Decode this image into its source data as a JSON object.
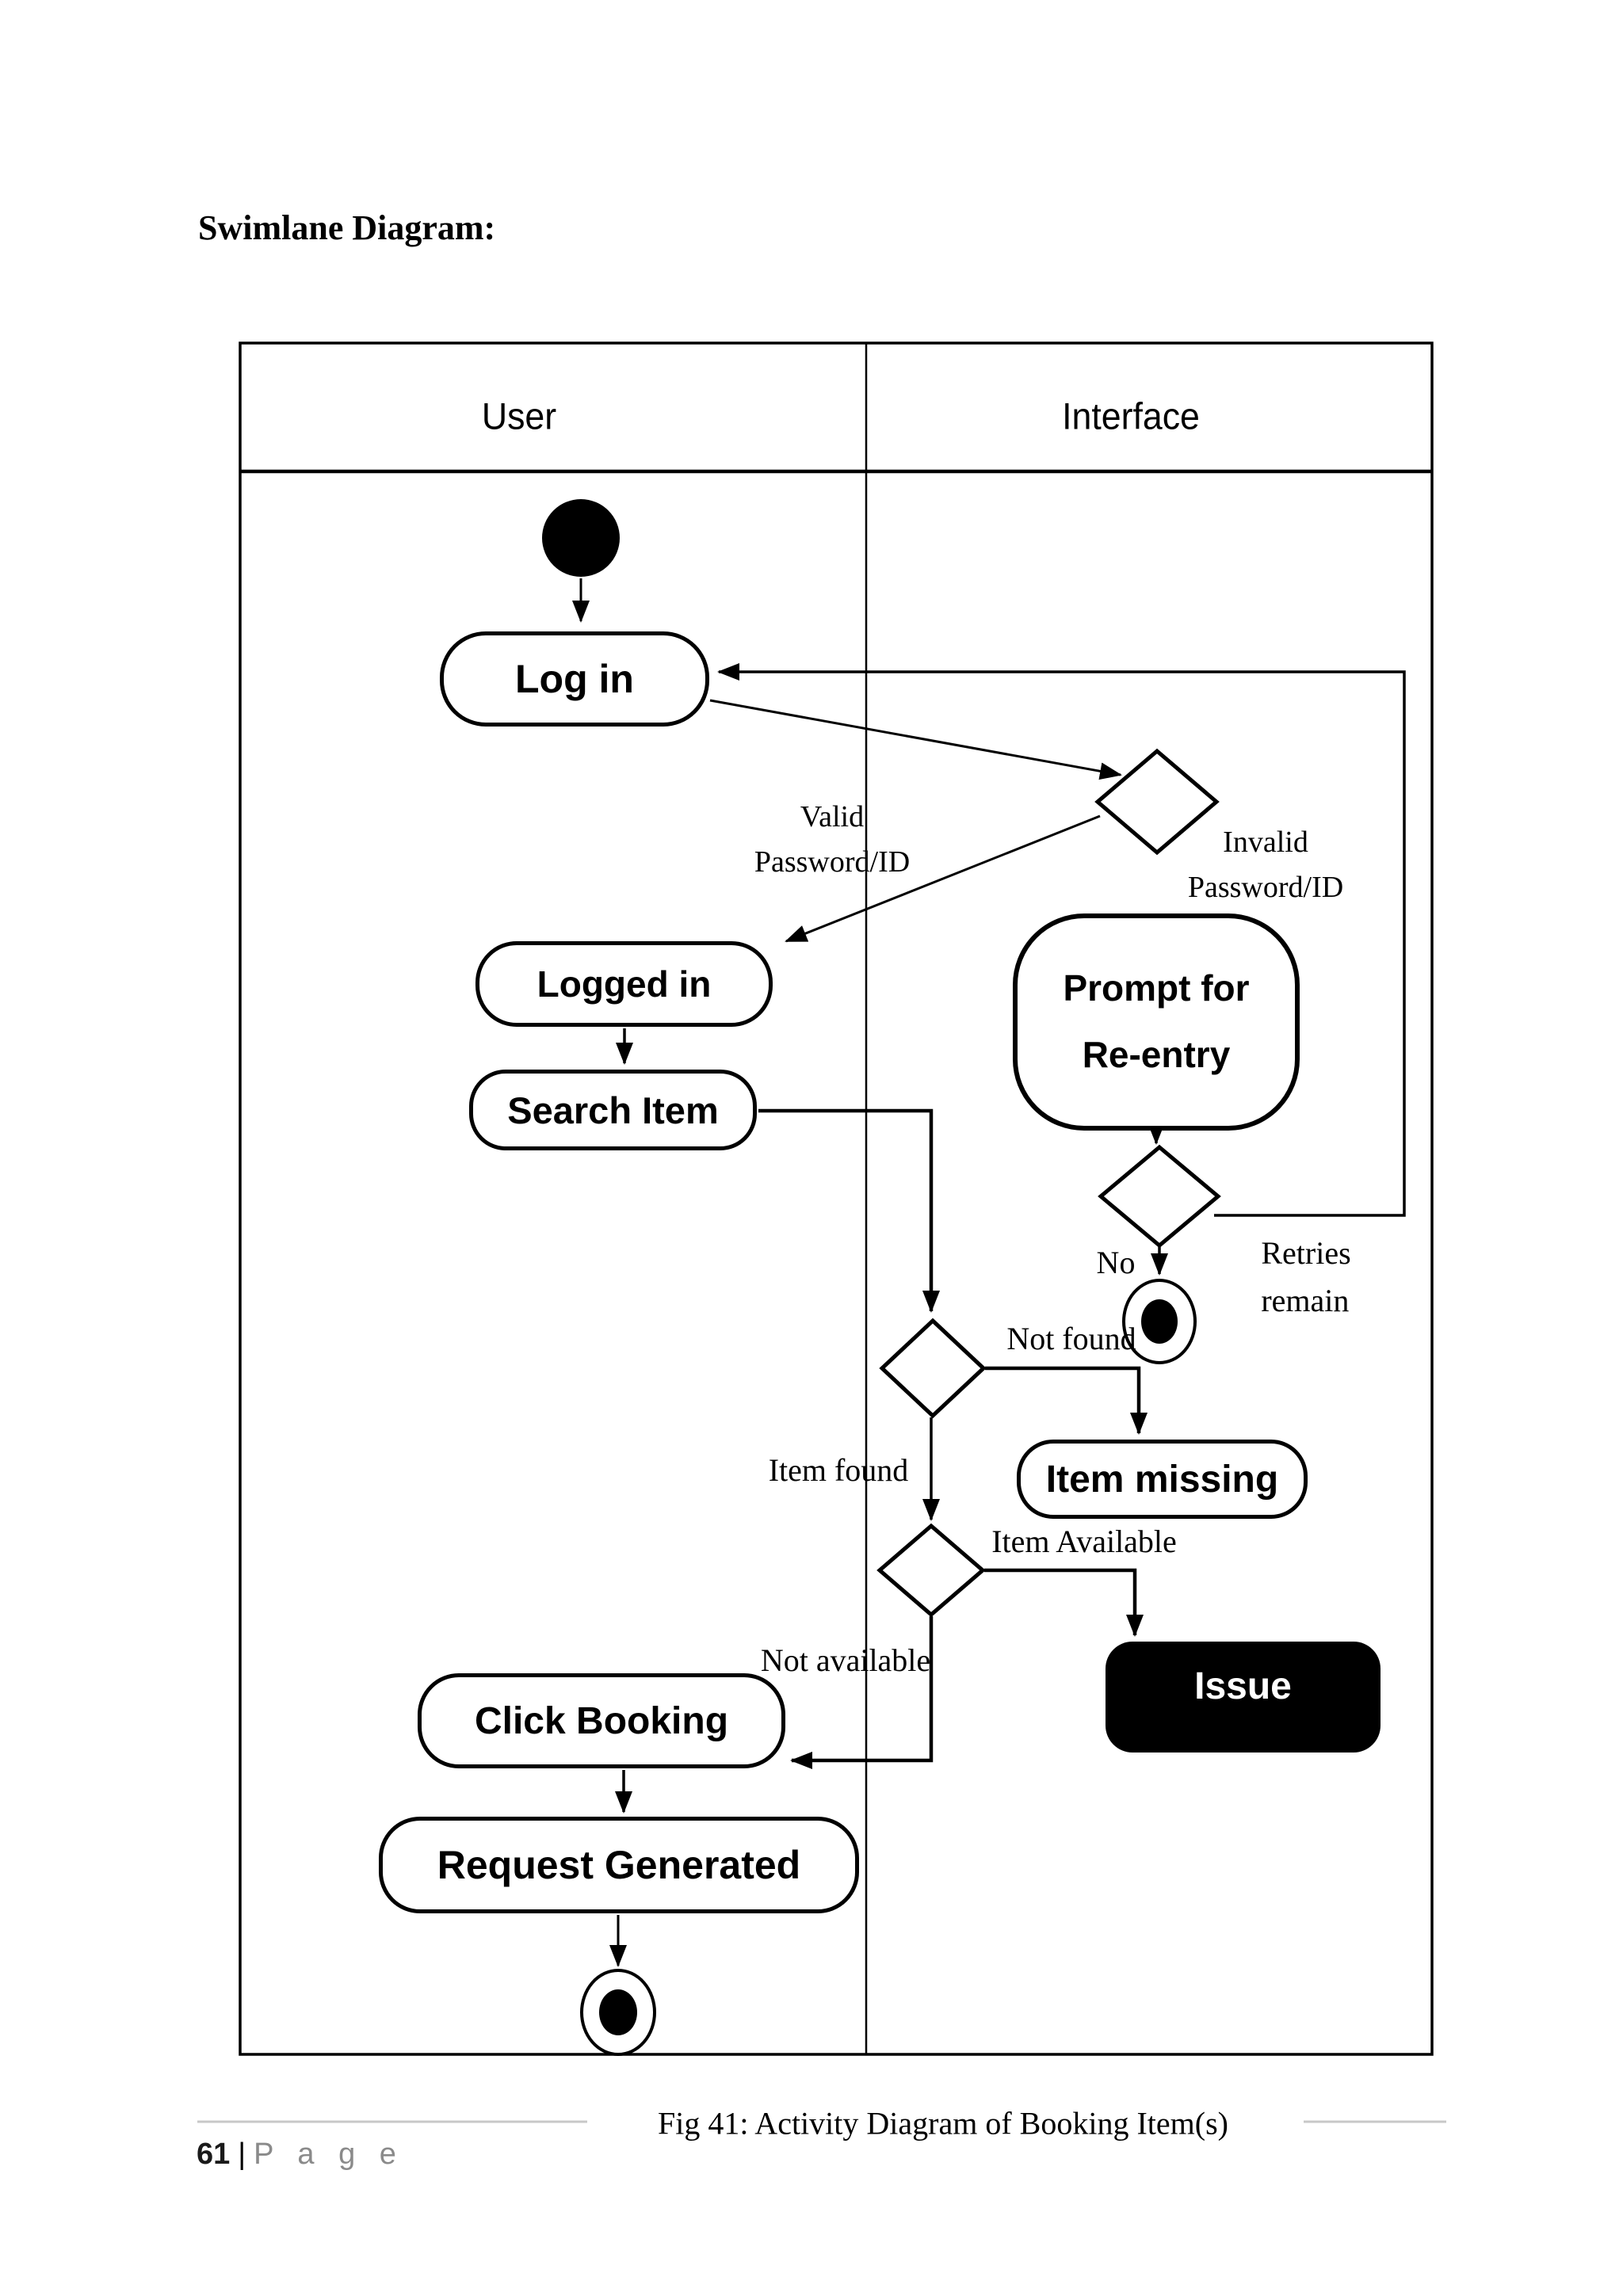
{
  "page": {
    "title": "Swimlane Diagram:",
    "caption": "Fig 41: Activity Diagram of Booking Item(s)",
    "footer": {
      "page_number": "61",
      "separator": "|",
      "label": "P a g e"
    }
  },
  "diagram": {
    "lanes": [
      {
        "label": "User"
      },
      {
        "label": "Interface"
      }
    ],
    "nodes": {
      "login": "Log in",
      "logged_in": "Logged in",
      "search_item": "Search Item",
      "click_booking": "Click Booking",
      "request_generated": "Request Generated",
      "prompt_reentry": "Prompt for\nRe-entry",
      "item_missing": "Item missing",
      "issue": "Issue"
    },
    "edge_labels": {
      "valid": "Valid\nPassword/ID",
      "invalid": "Invalid\nPassword/ID",
      "no": "No",
      "retries": "Retries\nremain",
      "not_found": "Not found",
      "item_found": "Item found",
      "item_available": "Item Available",
      "not_available": "Not available"
    },
    "colors": {
      "ink": "#000000",
      "node_fill": "#ffffff",
      "issue_fill": "#000000",
      "issue_text": "#ffffff",
      "footer_gray": "#8a8a8a",
      "rule_gray": "#c8c8c8"
    }
  }
}
